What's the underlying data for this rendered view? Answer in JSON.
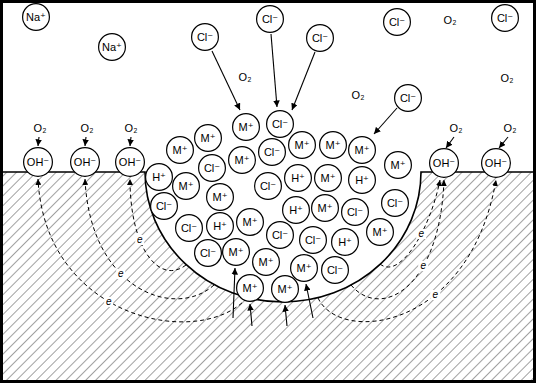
{
  "diagram": {
    "nodes": [
      {
        "text": [
          "Na⁺"
        ]
      },
      {
        "text": [
          "Cl⁻"
        ]
      },
      {
        "text": [
          "Cl⁻"
        ]
      },
      {
        "text": [
          "Cl⁻"
        ]
      },
      {
        "text": [
          "Cl⁻"
        ]
      },
      {
        "text": [
          "Cl⁻"
        ]
      },
      {
        "text": [
          "Na⁺"
        ]
      },
      {
        "text": [
          "Cl⁻"
        ]
      },
      {
        "text": [
          "Cl⁻"
        ]
      },
      {
        "text": [
          "M⁺"
        ]
      },
      {
        "text": [
          "M⁺"
        ]
      },
      {
        "text": [
          "M⁺"
        ]
      },
      {
        "text": [
          "M⁺"
        ]
      },
      {
        "text": [
          "M⁺"
        ]
      },
      {
        "text": [
          "M⁺"
        ]
      },
      {
        "text": [
          "Cl⁻"
        ]
      },
      {
        "text": [
          "M⁺"
        ]
      },
      {
        "text": [
          "OH⁻"
        ]
      },
      {
        "text": [
          "OH⁻"
        ]
      },
      {
        "text": [
          "OH⁻"
        ]
      },
      {
        "text": [
          "OH⁻"
        ]
      },
      {
        "text": [
          "OH⁻"
        ]
      },
      {
        "text": [
          "M⁺"
        ]
      },
      {
        "text": [
          "Cl⁻"
        ]
      },
      {
        "text": [
          "H⁺"
        ]
      },
      {
        "text": [
          "H⁺"
        ]
      },
      {
        "text": [
          "M⁺"
        ]
      },
      {
        "text": [
          "H⁺"
        ]
      },
      {
        "text": [
          "M⁺"
        ]
      },
      {
        "text": [
          "Cl⁻"
        ]
      },
      {
        "text": [
          "M⁺"
        ]
      },
      {
        "text": [
          "Cl⁻"
        ]
      },
      {
        "text": [
          "Cl⁻"
        ]
      },
      {
        "text": [
          "M⁺"
        ]
      },
      {
        "text": [
          "H⁺"
        ]
      },
      {
        "text": [
          "Cl⁻"
        ]
      },
      {
        "text": [
          "M⁺"
        ]
      },
      {
        "text": [
          "H⁺"
        ]
      },
      {
        "text": [
          "Cl⁻"
        ]
      },
      {
        "text": [
          "M⁺"
        ]
      },
      {
        "text": [
          "Cl⁻"
        ]
      },
      {
        "text": [
          "Cl⁻"
        ]
      },
      {
        "text": [
          "H⁺"
        ]
      },
      {
        "text": [
          "M⁺"
        ]
      },
      {
        "text": [
          "Cl⁻"
        ]
      },
      {
        "text": [
          "M⁺"
        ]
      },
      {
        "text": [
          "M⁺"
        ]
      },
      {
        "text": [
          "Cl⁻"
        ]
      },
      {
        "text": [
          "M⁺"
        ]
      },
      {
        "text": [
          "M⁺"
        ]
      }
    ],
    "labels": [
      "O₂",
      "O₂",
      "O₂",
      "O₂",
      "O₂",
      "O₂",
      "O₂",
      "O₂",
      "O₂",
      "e",
      "e",
      "e",
      "e",
      "e",
      "e"
    ]
  }
}
